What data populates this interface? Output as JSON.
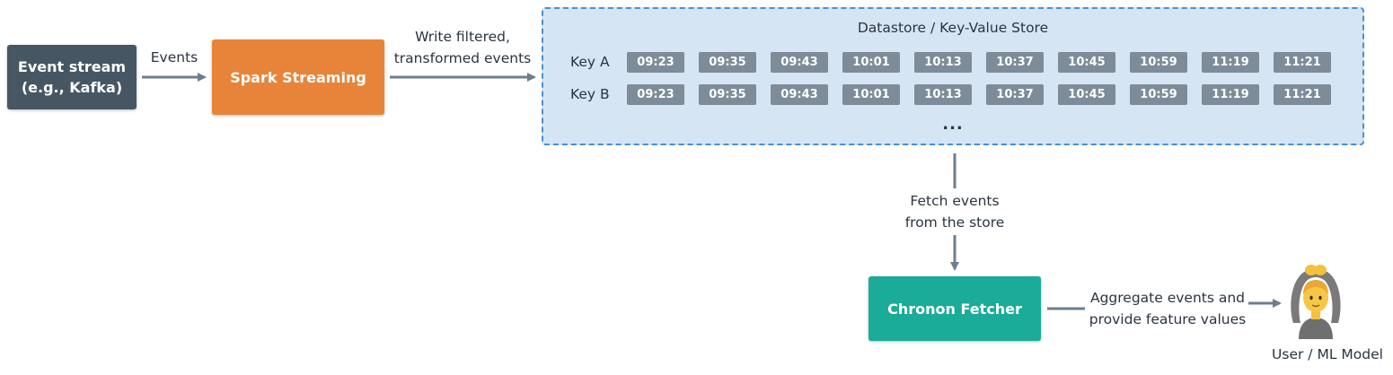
{
  "nodes": {
    "event_stream": {
      "line1": "Event stream",
      "line2": "(e.g., Kafka)"
    },
    "spark": "Spark Streaming",
    "fetcher": "Chronon Fetcher",
    "user": "User / ML Model"
  },
  "edges": {
    "events": "Events",
    "write_line1": "Write filtered,",
    "write_line2": "transformed events",
    "fetch_line1": "Fetch events",
    "fetch_line2": "from the store",
    "aggregate_line1": "Aggregate events and",
    "aggregate_line2": "provide feature values"
  },
  "store": {
    "title": "Datastore / Key-Value Store",
    "ellipsis": "...",
    "rows": [
      {
        "key": "Key A",
        "times": [
          "09:23",
          "09:35",
          "09:43",
          "10:01",
          "10:13",
          "10:37",
          "10:45",
          "10:59",
          "11:19",
          "11:21"
        ]
      },
      {
        "key": "Key B",
        "times": [
          "09:23",
          "09:35",
          "09:43",
          "10:01",
          "10:13",
          "10:37",
          "10:45",
          "10:59",
          "11:19",
          "11:21"
        ]
      }
    ]
  },
  "colors": {
    "event_stream": "#465663",
    "spark": "#e8843a",
    "fetcher": "#1bab99",
    "store_bg": "#d5e5f4",
    "store_border": "#4a90d0",
    "chip": "#7d8c98",
    "arrow": "#6e7e8c"
  },
  "icons": {
    "user": "person-gesturing-ok-emoji"
  }
}
